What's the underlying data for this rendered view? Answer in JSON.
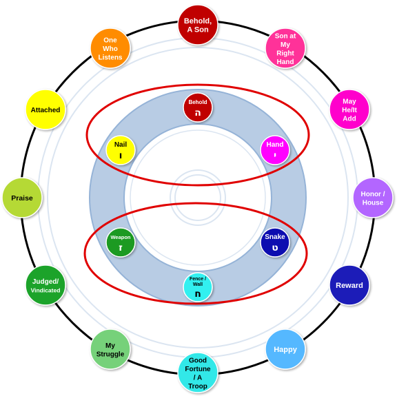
{
  "outer_nodes": [
    {
      "id": "reuben",
      "lines": [
        "Behold,",
        "A Son"
      ],
      "color": "#c00000",
      "text_color": "#ffffff"
    },
    {
      "id": "benjamin",
      "lines": [
        "Son at",
        "My",
        "Right",
        "Hand"
      ],
      "color": "#ff3399",
      "text_color": "#ffffff"
    },
    {
      "id": "joseph",
      "lines": [
        "May",
        "He/It",
        "Add"
      ],
      "color": "#ff00cc",
      "text_color": "#ffffff"
    },
    {
      "id": "zebulun",
      "lines": [
        "Honor /",
        "House"
      ],
      "color": "#b366ff",
      "text_color": "#ffffff"
    },
    {
      "id": "issachar",
      "lines": [
        "Reward"
      ],
      "color": "#1f1fb8",
      "text_color": "#ffffff"
    },
    {
      "id": "asher",
      "lines": [
        "Happy"
      ],
      "color": "#55b8ff",
      "text_color": "#ffffff"
    },
    {
      "id": "gad",
      "lines": [
        "Good",
        "Fortune",
        "/ A",
        "Troop"
      ],
      "color": "#33e8e8",
      "text_color": "#000000"
    },
    {
      "id": "naphtali",
      "lines": [
        "My",
        "Struggle"
      ],
      "color": "#76d17a",
      "text_color": "#000000"
    },
    {
      "id": "dan",
      "lines": [
        "Judged/",
        "Vindicated"
      ],
      "color": "#1fa32b",
      "text_color": "#ffffff"
    },
    {
      "id": "judah",
      "lines": [
        "Praise"
      ],
      "color": "#b5d935",
      "text_color": "#000000"
    },
    {
      "id": "levi",
      "lines": [
        "Attached"
      ],
      "color": "#ffff00",
      "text_color": "#000000"
    },
    {
      "id": "simeon",
      "lines": [
        "One",
        "Who",
        "Listens"
      ],
      "color": "#ff8c00",
      "text_color": "#ffffff"
    }
  ],
  "inner_nodes": [
    {
      "id": "he",
      "label": "Behold",
      "letter": "ה",
      "color": "#c00000",
      "text_color": "#ffffff"
    },
    {
      "id": "yod",
      "label": "Hand",
      "letter": "י",
      "color": "#ff00ff",
      "text_color": "#ffffff"
    },
    {
      "id": "tet",
      "label": "Snake",
      "letter": "ט",
      "color": "#1010b0",
      "text_color": "#ffffff"
    },
    {
      "id": "chet",
      "label": "Fence / Wall",
      "letter": "ח",
      "color": "#33f0f0",
      "text_color": "#000000"
    },
    {
      "id": "zayin",
      "label": "Weapon",
      "letter": "ז",
      "color": "#1a9a22",
      "text_color": "#ffffff"
    },
    {
      "id": "vav",
      "label": "Nail",
      "letter": "ו",
      "color": "#ffff00",
      "text_color": "#000000"
    }
  ],
  "colors": {
    "outer_ring": "#000000",
    "band_fill": "#b8cce4",
    "band_stroke": "#95b3d7",
    "pale_rings": "#dbe5f1",
    "highlight_ellipse": "#e00000"
  }
}
